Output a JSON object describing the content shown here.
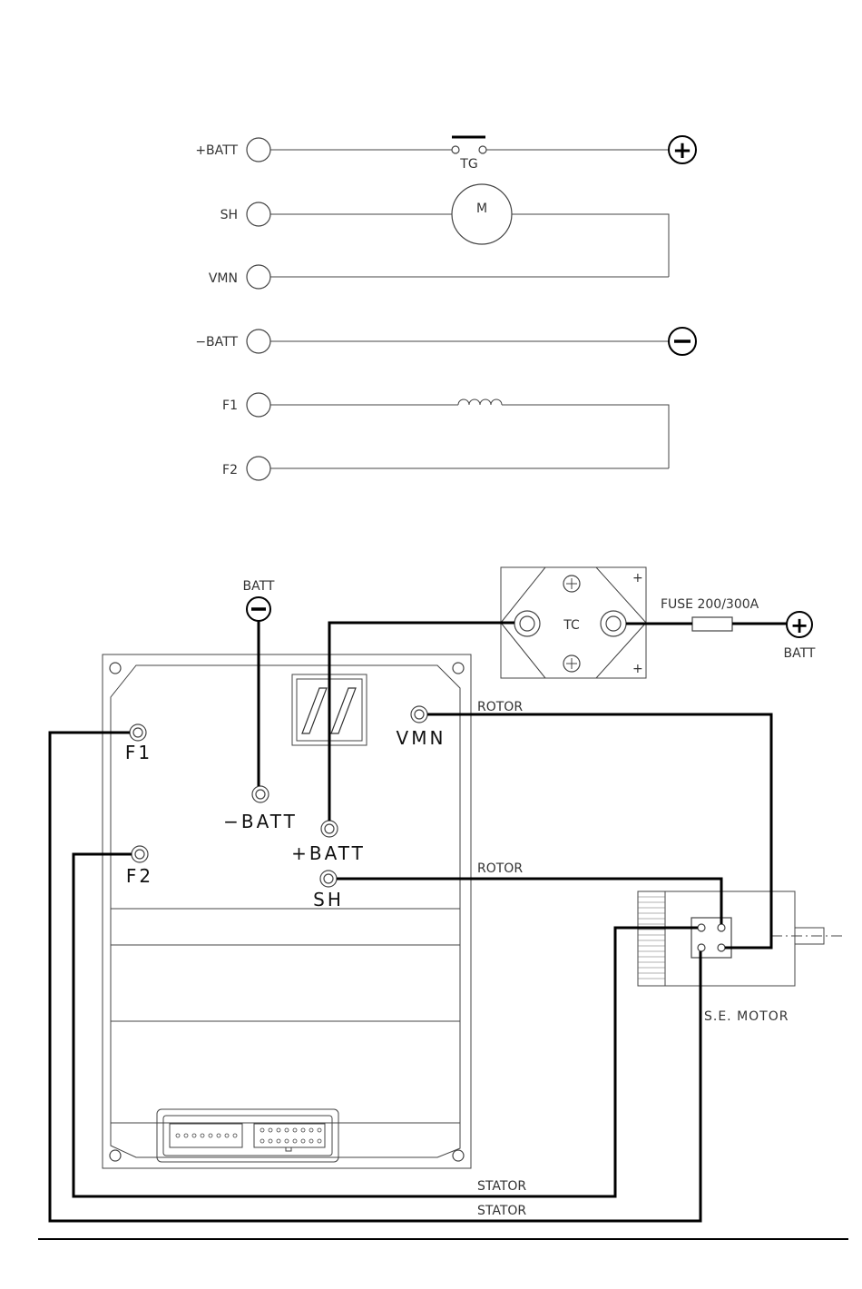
{
  "schematic": {
    "terminals": [
      "+BATT",
      "SH",
      "VMN",
      "−BATT",
      "F1",
      "F2"
    ],
    "contactor_label": "TG",
    "motor_label": "M",
    "plus_symbol": "+",
    "minus_symbol": "−"
  },
  "wiring": {
    "batt_neg_label": "BATT",
    "batt_pos_label": "BATT",
    "contactor_label": "TC",
    "contactor_plus": "+",
    "fuse_label": "FUSE  200/300A",
    "controller_terminals": {
      "f1": "F1",
      "f2": "F2",
      "vmn": "VMN",
      "neg_batt": "−BATT",
      "pos_batt": "+BATT",
      "sh": "SH"
    },
    "wire_labels": {
      "rotor_top": "ROTOR",
      "rotor_bottom": "ROTOR",
      "stator_top": "STATOR",
      "stator_bottom": "STATOR"
    },
    "motor_label": "S.E. MOTOR"
  }
}
